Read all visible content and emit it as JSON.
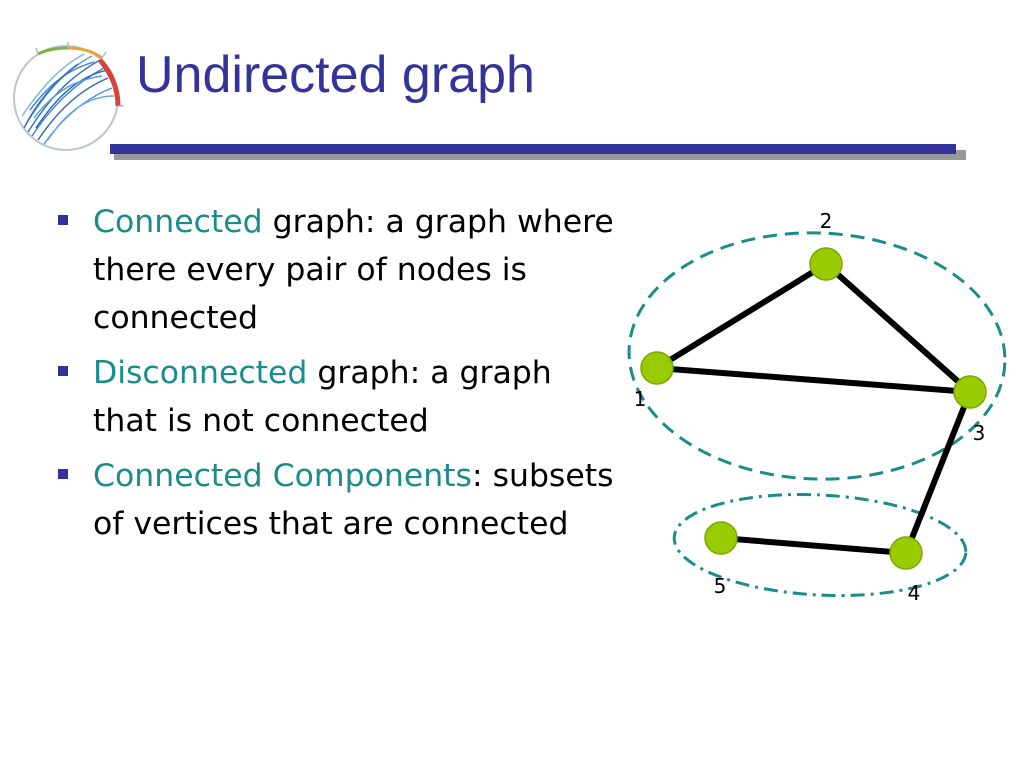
{
  "slide": {
    "title": "Undirected graph",
    "title_color": "#333399",
    "accent_color": "#1a8c8c",
    "bullet_color": "#333399",
    "bullets": [
      {
        "term": "Connected",
        "rest": " graph: a graph where there every pair of nodes is connected"
      },
      {
        "term": "Disconnected",
        "rest": " graph: a graph that is not connected"
      },
      {
        "term": "Connected Components",
        "rest": ": subsets of vertices that are connected"
      }
    ]
  },
  "graph": {
    "node_color": "#99cc00",
    "component_outline_color": "#1a8c8c",
    "nodes": [
      {
        "id": "1",
        "label": "1"
      },
      {
        "id": "2",
        "label": "2"
      },
      {
        "id": "3",
        "label": "3"
      },
      {
        "id": "4",
        "label": "4"
      },
      {
        "id": "5",
        "label": "5"
      }
    ],
    "edges": [
      {
        "from": "1",
        "to": "2"
      },
      {
        "from": "2",
        "to": "3"
      },
      {
        "from": "1",
        "to": "3"
      },
      {
        "from": "3",
        "to": "4"
      },
      {
        "from": "5",
        "to": "4"
      }
    ],
    "components": [
      {
        "nodes": [
          "1",
          "2",
          "3"
        ],
        "style": "dashed"
      },
      {
        "nodes": [
          "4",
          "5"
        ],
        "style": "dash-dot"
      }
    ]
  }
}
